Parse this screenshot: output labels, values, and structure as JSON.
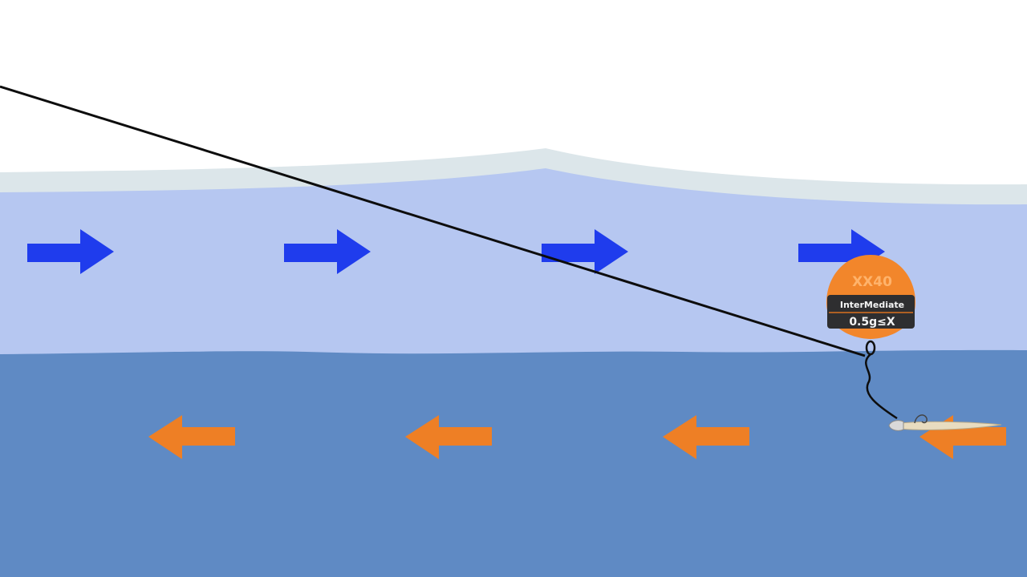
{
  "colors": {
    "sky": "#ffffff",
    "surface_film": "#dce6ea",
    "upper_layer": "#b6c7f1",
    "lower_layer": "#5f8ac4",
    "upper_current_arrow": "#1f3ced",
    "lower_current_arrow": "#ee7f25",
    "fishing_line": "#0d0d0d",
    "float_orange": "#f2862b",
    "float_band": "#2e2e30",
    "float_band_text": "#f4f4f4",
    "float_logo": "#ffb36b"
  },
  "upper_current": {
    "direction": "right",
    "arrow_icon": "arrow-right-icon"
  },
  "lower_current": {
    "direction": "left",
    "arrow_icon": "arrow-left-icon"
  },
  "float": {
    "logo_text": "XX40",
    "band_text": "InterMediate",
    "weight_text": "0.5g≤X"
  },
  "lure": {
    "icon": "soft-plastic-worm-icon"
  }
}
